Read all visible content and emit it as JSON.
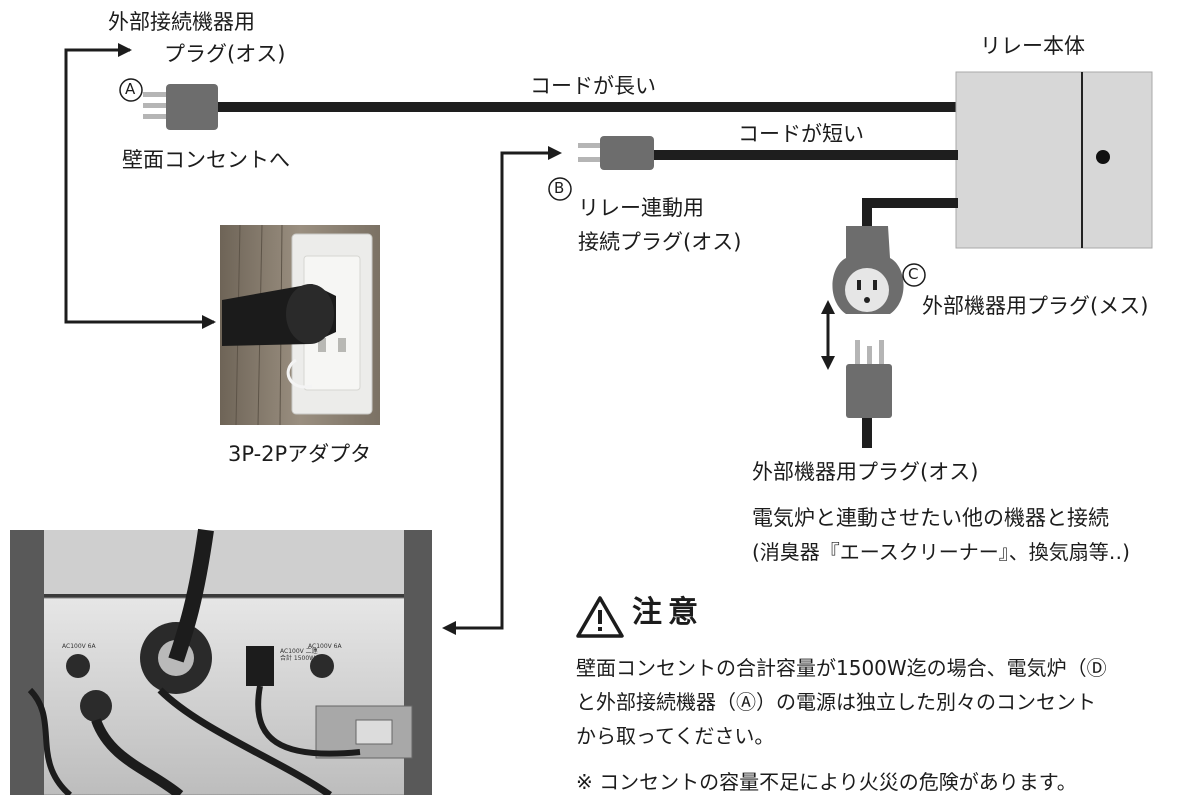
{
  "labels": {
    "external_plug_male_line1": "外部接続機器用",
    "external_plug_male_line2": "プラグ(オス)",
    "marker_a": "A",
    "to_wall_outlet": "壁面コンセントへ",
    "cord_long": "コードが長い",
    "cord_short": "コードが短い",
    "relay_body": "リレー本体",
    "marker_b": "B",
    "relay_link_plug_line1": "リレー連動用",
    "relay_link_plug_line2": "接続プラグ(オス)",
    "marker_c": "C",
    "external_device_plug_female": "外部機器用プラグ(メス)",
    "adapter_caption": "3P-2Pアダプタ",
    "external_device_plug_male": "外部機器用プラグ(オス)",
    "connect_note_line1": "電気炉と連動させたい他の機器と接続",
    "connect_note_line2": "(消臭器『エースクリーナー』、換気扇等‥)"
  },
  "caution": {
    "title": "注意",
    "line1": "壁面コンセントの合計容量が1500W迄の場合、電気炉（Ⓓ",
    "line2": "と外部接続機器（Ⓐ）の電源は独立した別々のコンセント",
    "line3": "から取ってください。",
    "line4": "※ コンセントの容量不足により火災の危険があります。"
  },
  "panel_photo_labels": {
    "switch_label": "AC100V 二連合計 1500W",
    "left_lamp": "AC100V 6A",
    "right_lamp": "AC100V 6A"
  },
  "colors": {
    "plug_gray": "#6d6d6d",
    "cord_black": "#1e1e1e",
    "relay_box": "#d7d7d7",
    "wall_photo": "#8a7f70",
    "outlet_white": "#ececea"
  }
}
